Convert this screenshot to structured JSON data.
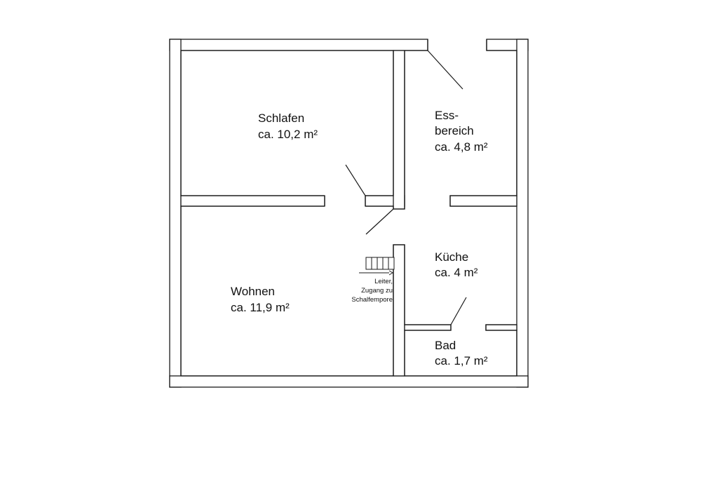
{
  "floor_plan": {
    "rooms": {
      "schlafen": {
        "name": "Schlafen",
        "area": "ca. 10,2 m²"
      },
      "essbereich": {
        "name_line1": "Ess-",
        "name_line2": "bereich",
        "area": "ca. 4,8 m²"
      },
      "wohnen": {
        "name": "Wohnen",
        "area": "ca. 11,9 m²"
      },
      "kueche": {
        "name": "Küche",
        "area": "ca. 4 m²"
      },
      "bad": {
        "name": "Bad",
        "area": "ca. 1,7 m²"
      }
    },
    "ladder_note": {
      "line1": "Leiter,",
      "line2": "Zugang zu",
      "line3": "Schalfempore"
    }
  }
}
